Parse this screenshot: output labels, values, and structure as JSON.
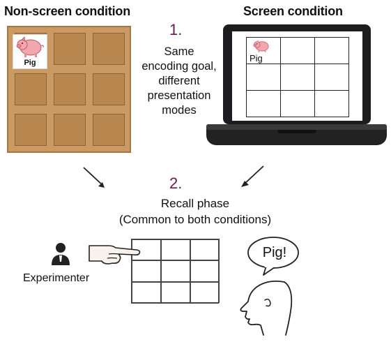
{
  "non_screen": {
    "title": "Non-screen condition",
    "card_label": "Pig"
  },
  "screen": {
    "title": "Screen condition",
    "card_label": "Pig"
  },
  "step1": {
    "number": "1.",
    "lines": [
      "Same",
      "encoding goal,",
      "different",
      "presentation",
      "modes"
    ]
  },
  "step2": {
    "number": "2.",
    "line1": "Recall phase",
    "line2": "(Common to both conditions)"
  },
  "experimenter": {
    "label": "Experimenter"
  },
  "speech": {
    "text": "Pig!"
  },
  "colors": {
    "step_number": "#6a1b4d",
    "cardboard": "#c99a63",
    "cardboard_cell": "#b8864f",
    "laptop": "#1d1d1f",
    "pig": "#f2a6ad"
  },
  "icons": [
    "pig-icon",
    "laptop-icon",
    "person-icon",
    "pointing-hand-icon",
    "head-profile-icon",
    "arrow-icon"
  ]
}
